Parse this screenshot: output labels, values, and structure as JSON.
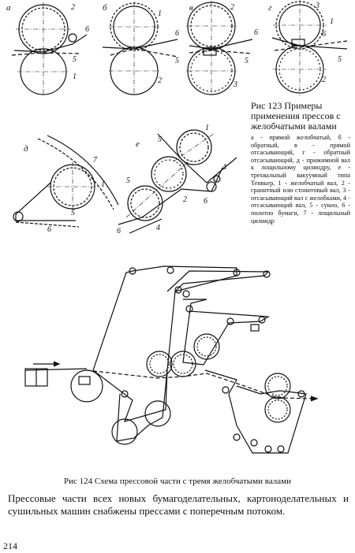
{
  "fig123": {
    "panel_letters": [
      "а",
      "б",
      "в",
      "г",
      "д",
      "е"
    ],
    "roll_numbers": [
      "1",
      "2",
      "3",
      "4",
      "5",
      "6",
      "7"
    ],
    "title": "Рис 123 Примеры применения прессов с желобчатыми валами",
    "description": "а - прямой желобчатый, б - обратный, в - прямой отсасывающий, г - обратный отсасывающий, д - прижимной вал к лощильному цилиндру, е - трехвальный вакуумный типа Тенвьер, 1 - желобчатый вал, 2 - гранитный или стонитовый вал, 3 - отсасывающий вал с желобками, 4 - отсасывающий вал, 5 - сукно, 6 - полотно бумаги, 7 - лощильный цилиндр"
  },
  "fig124": {
    "caption": "Рис 124 Схема прессовой части с тремя желобчатыми валами"
  },
  "body": {
    "paragraph": "Прессовые части всех новых бумагоделательных, картоноделательных и сушильных машин снабжены прессами с поперечным потоком."
  },
  "page_number": "214"
}
